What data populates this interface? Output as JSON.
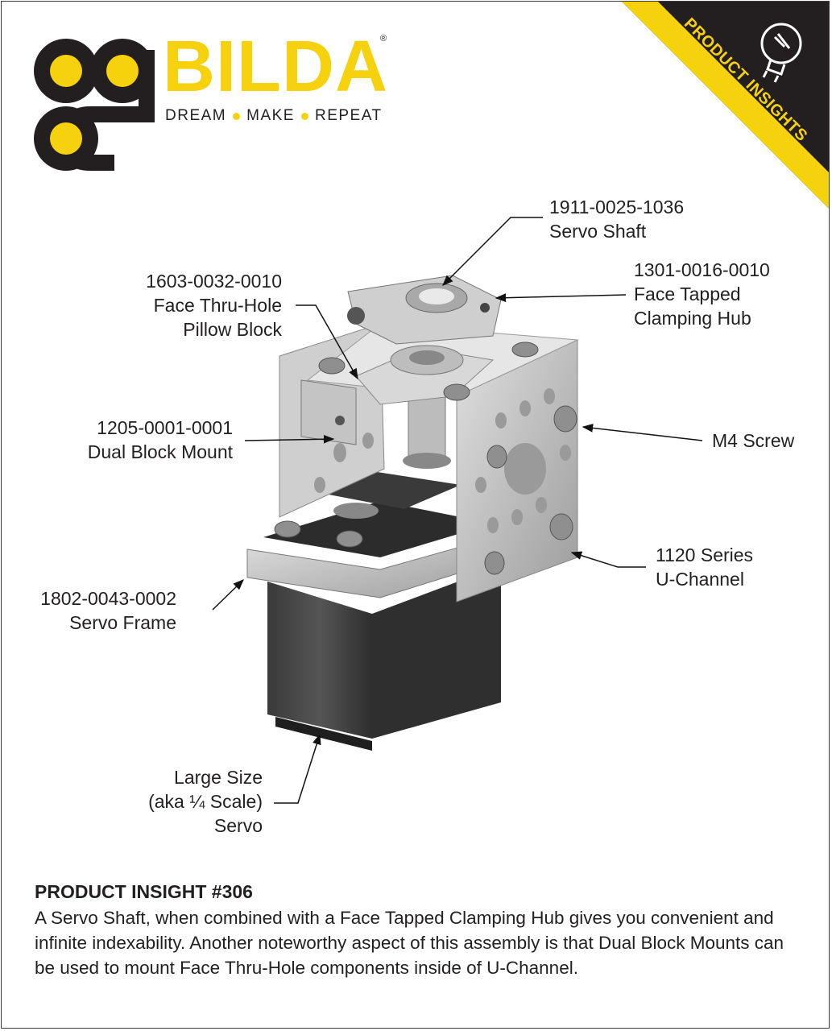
{
  "brand": {
    "wordmark": "BILDA",
    "registered": "®",
    "tagline": [
      "DREAM",
      "MAKE",
      "REPEAT"
    ],
    "banner": "PRODUCT INSIGHTS",
    "colors": {
      "yellow": "#f6d10d",
      "dark": "#231f20",
      "metal": "#b9b9b9",
      "servo": "#454545"
    }
  },
  "callouts": [
    {
      "id": "servo-shaft",
      "lines": [
        "1911-0025-1036",
        "Servo Shaft"
      ]
    },
    {
      "id": "clamping-hub",
      "lines": [
        "1301-0016-0010",
        "Face Tapped",
        "Clamping Hub"
      ]
    },
    {
      "id": "pillow-block",
      "lines": [
        "1603-0032-0010",
        "Face Thru-Hole",
        "Pillow Block"
      ]
    },
    {
      "id": "dual-block-mount",
      "lines": [
        "1205-0001-0001",
        "Dual Block Mount"
      ]
    },
    {
      "id": "m4-screw",
      "lines": [
        "M4 Screw"
      ]
    },
    {
      "id": "u-channel",
      "lines": [
        "1120 Series",
        "U-Channel"
      ]
    },
    {
      "id": "servo-frame",
      "lines": [
        "1802-0043-0002",
        "Servo Frame"
      ]
    },
    {
      "id": "servo",
      "lines": [
        "Large Size",
        "(aka ¼ Scale)",
        "Servo"
      ]
    }
  ],
  "insight": {
    "title": "PRODUCT INSIGHT #306",
    "body": "A Servo Shaft, when combined with a Face Tapped Clamping Hub gives you convenient and infinite indexability. Another noteworthy aspect of this assembly is that Dual Block Mounts can be used to mount Face Thru-Hole components inside of U-Channel."
  }
}
